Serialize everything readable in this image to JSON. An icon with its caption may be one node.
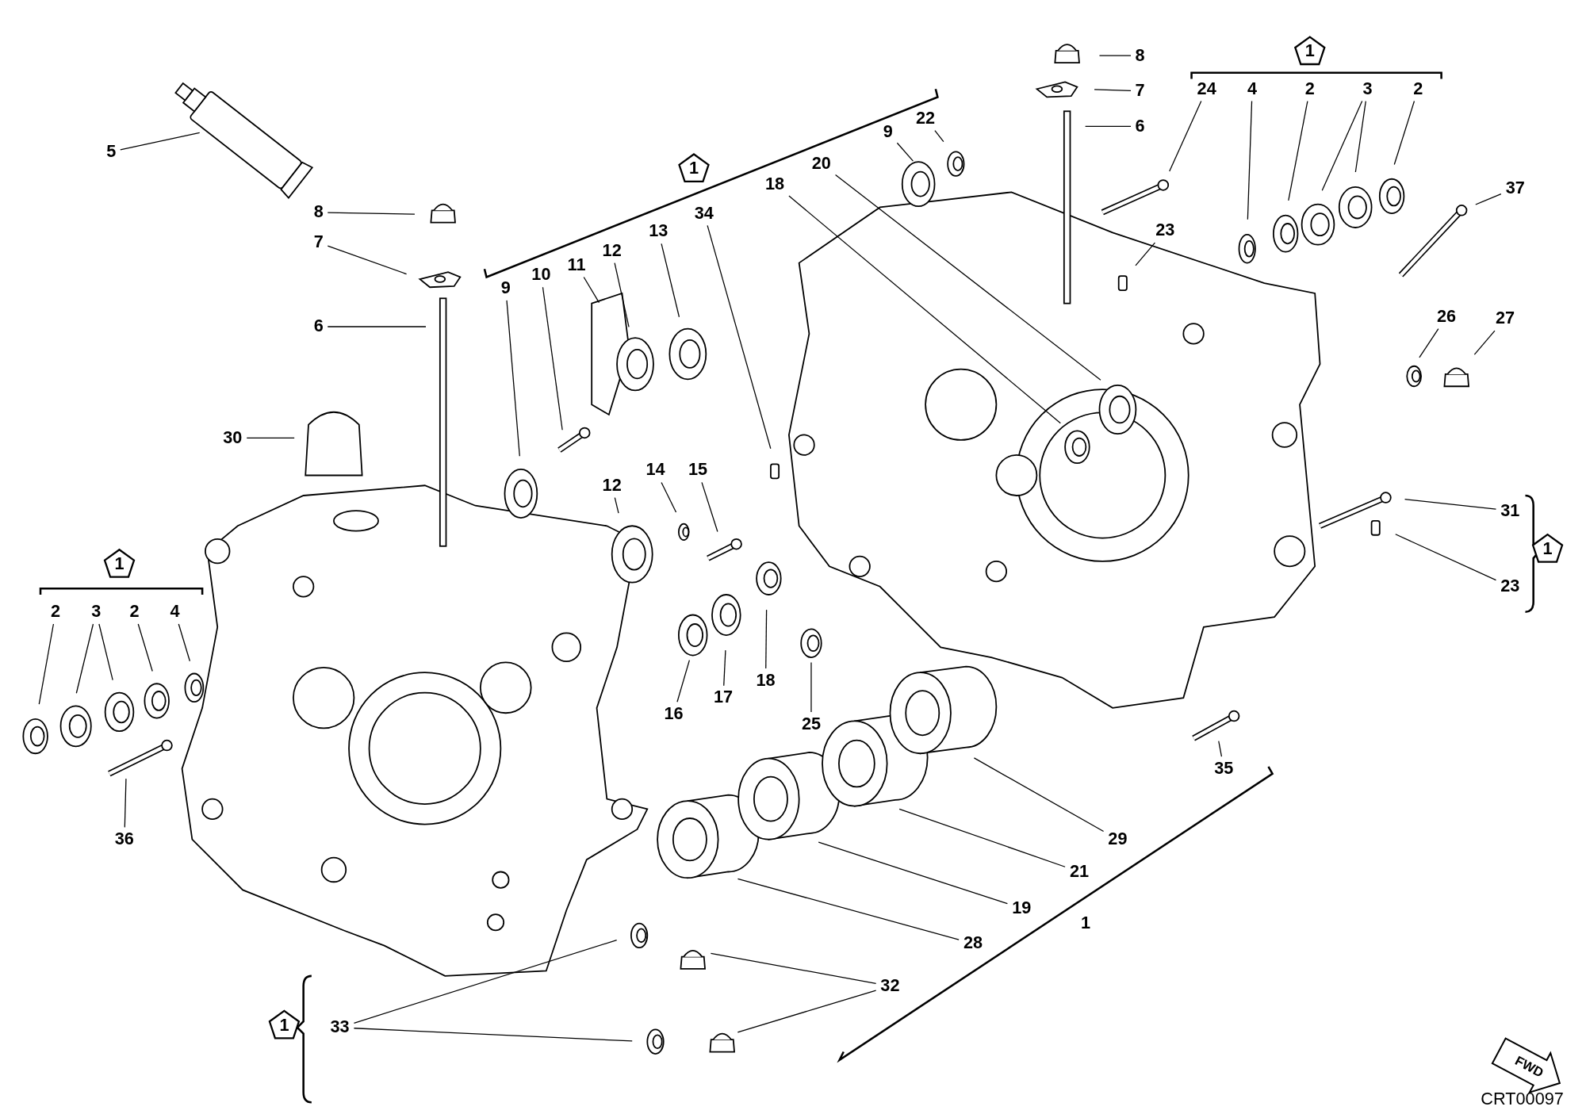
{
  "diagram": {
    "nodes": [
      {
        "text": [
          "8"
        ]
      },
      {
        "text": [
          "1"
        ]
      },
      {
        "text": [
          "7"
        ]
      },
      {
        "text": [
          "24"
        ]
      },
      {
        "text": [
          "4"
        ]
      },
      {
        "text": [
          "2"
        ]
      },
      {
        "text": [
          "3"
        ]
      },
      {
        "text": [
          "2"
        ]
      },
      {
        "text": [
          "6"
        ]
      },
      {
        "text": [
          "5"
        ]
      },
      {
        "text": [
          "9"
        ]
      },
      {
        "text": [
          "22"
        ]
      },
      {
        "text": [
          "1"
        ]
      },
      {
        "text": [
          "18"
        ]
      },
      {
        "text": [
          "20"
        ]
      },
      {
        "text": [
          "37"
        ]
      },
      {
        "text": [
          "34"
        ]
      },
      {
        "text": [
          "13"
        ]
      },
      {
        "text": [
          "23"
        ]
      },
      {
        "text": [
          "8"
        ]
      },
      {
        "text": [
          "7"
        ]
      },
      {
        "text": [
          "12"
        ]
      },
      {
        "text": [
          "11"
        ]
      },
      {
        "text": [
          "10"
        ]
      },
      {
        "text": [
          "9"
        ]
      },
      {
        "text": [
          "26"
        ]
      },
      {
        "text": [
          "27"
        ]
      },
      {
        "text": [
          "6"
        ]
      },
      {
        "text": [
          "30"
        ]
      },
      {
        "text": [
          "14"
        ]
      },
      {
        "text": [
          "15"
        ]
      },
      {
        "text": [
          "12"
        ]
      },
      {
        "text": [
          "31"
        ]
      },
      {
        "text": [
          "1"
        ]
      },
      {
        "text": [
          "1"
        ]
      },
      {
        "text": [
          "23"
        ]
      },
      {
        "text": [
          "2"
        ]
      },
      {
        "text": [
          "3"
        ]
      },
      {
        "text": [
          "2"
        ]
      },
      {
        "text": [
          "4"
        ]
      },
      {
        "text": [
          "18"
        ]
      },
      {
        "text": [
          "17"
        ]
      },
      {
        "text": [
          "16"
        ]
      },
      {
        "text": [
          "25"
        ]
      },
      {
        "text": [
          "35"
        ]
      },
      {
        "text": [
          "36"
        ]
      },
      {
        "text": [
          "29"
        ]
      },
      {
        "text": [
          "21"
        ]
      },
      {
        "text": [
          "19"
        ]
      },
      {
        "text": [
          "28"
        ]
      },
      {
        "text": [
          "32"
        ]
      },
      {
        "text": [
          "1"
        ]
      },
      {
        "text": [
          "33"
        ]
      }
    ],
    "edges": [
      {
        "from": 0,
        "to": null,
        "arrow": "none"
      },
      {
        "from": 2,
        "to": null,
        "arrow": "none"
      },
      {
        "from": 3,
        "to": null,
        "arrow": "none"
      },
      {
        "from": 4,
        "to": null,
        "arrow": "none"
      },
      {
        "from": 5,
        "to": null,
        "arrow": "none"
      },
      {
        "from": 6,
        "to": null,
        "arrow": "none"
      },
      {
        "from": 6,
        "to": null,
        "arrow": "none"
      },
      {
        "from": 7,
        "to": null,
        "arrow": "none"
      },
      {
        "from": 8,
        "to": null,
        "arrow": "none"
      },
      {
        "from": 9,
        "to": null,
        "arrow": "none"
      },
      {
        "from": 10,
        "to": null,
        "arrow": "none"
      },
      {
        "from": 11,
        "to": null,
        "arrow": "none"
      },
      {
        "from": 13,
        "to": null,
        "arrow": "none"
      },
      {
        "from": 14,
        "to": null,
        "arrow": "none"
      },
      {
        "from": 15,
        "to": null,
        "arrow": "none"
      },
      {
        "from": 16,
        "to": null,
        "arrow": "none"
      },
      {
        "from": 17,
        "to": null,
        "arrow": "none"
      },
      {
        "from": 18,
        "to": null,
        "arrow": "none"
      },
      {
        "from": 19,
        "to": null,
        "arrow": "none"
      },
      {
        "from": 20,
        "to": null,
        "arrow": "none"
      },
      {
        "from": 21,
        "to": null,
        "arrow": "none"
      },
      {
        "from": 22,
        "to": null,
        "arrow": "none"
      },
      {
        "from": 23,
        "to": null,
        "arrow": "none"
      },
      {
        "from": 24,
        "to": null,
        "arrow": "none"
      },
      {
        "from": 25,
        "to": null,
        "arrow": "none"
      },
      {
        "from": 26,
        "to": null,
        "arrow": "none"
      },
      {
        "from": 27,
        "to": null,
        "arrow": "none"
      },
      {
        "from": 28,
        "to": null,
        "arrow": "none"
      },
      {
        "from": 29,
        "to": null,
        "arrow": "none"
      },
      {
        "from": 30,
        "to": null,
        "arrow": "none"
      },
      {
        "from": 31,
        "to": null,
        "arrow": "none"
      },
      {
        "from": 32,
        "to": null,
        "arrow": "none"
      },
      {
        "from": 35,
        "to": null,
        "arrow": "none"
      },
      {
        "from": 36,
        "to": null,
        "arrow": "none"
      },
      {
        "from": 37,
        "to": null,
        "arrow": "none"
      },
      {
        "from": 37,
        "to": null,
        "arrow": "none"
      },
      {
        "from": 38,
        "to": null,
        "arrow": "none"
      },
      {
        "from": 39,
        "to": null,
        "arrow": "none"
      },
      {
        "from": 40,
        "to": null,
        "arrow": "none"
      },
      {
        "from": 41,
        "to": null,
        "arrow": "none"
      },
      {
        "from": 42,
        "to": null,
        "arrow": "none"
      },
      {
        "from": 43,
        "to": null,
        "arrow": "none"
      },
      {
        "from": 44,
        "to": null,
        "arrow": "none"
      },
      {
        "from": 45,
        "to": null,
        "arrow": "none"
      },
      {
        "from": 46,
        "to": null,
        "arrow": "none"
      },
      {
        "from": 47,
        "to": null,
        "arrow": "none"
      },
      {
        "from": 48,
        "to": null,
        "arrow": "none"
      },
      {
        "from": 49,
        "to": null,
        "arrow": "none"
      },
      {
        "from": 50,
        "to": null,
        "arrow": "none"
      },
      {
        "from": 50,
        "to": null,
        "arrow": "none"
      },
      {
        "from": 52,
        "to": null,
        "arrow": "none"
      },
      {
        "from": 52,
        "to": null,
        "arrow": "none"
      }
    ],
    "labels": [
      "1",
      "FWD",
      "CRT00097"
    ]
  }
}
